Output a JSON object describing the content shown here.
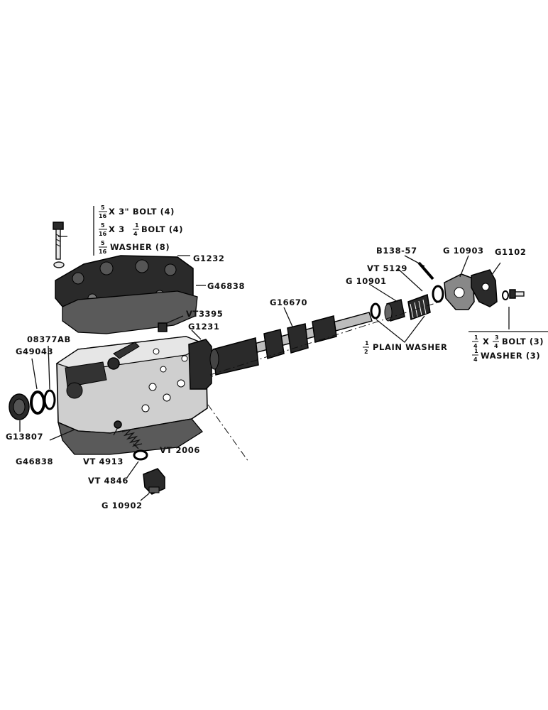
{
  "bolt_note": {
    "line1": {
      "num": "5",
      "den": "16",
      "text": "X 3\" BOLT (4)"
    },
    "line2": {
      "num": "5",
      "den": "16",
      "text_a": "X 3",
      "num2": "1",
      "den2": "4",
      "text_b": "BOLT (4)"
    },
    "line3": {
      "num": "5",
      "den": "16",
      "text": "WASHER (8)"
    }
  },
  "right_note": {
    "line1": {
      "num": "1",
      "den": "4",
      "text_a": "X",
      "num2": "3",
      "den2": "4",
      "text_b": "BOLT (3)"
    },
    "line2": {
      "num": "1",
      "den": "4",
      "text": "WASHER (3)"
    }
  },
  "plain_washer": {
    "num": "1",
    "den": "2",
    "text": "PLAIN  WASHER"
  },
  "labels": {
    "g1232": "G1232",
    "g46838_top": "G46838",
    "vt3395": "VT3395",
    "g1231": "G1231",
    "g16670": "G16670",
    "g10901": "G 10901",
    "vt5129": "VT 5129",
    "b138_57": "B138-57",
    "g10903": "G 10903",
    "g1102": "G1102",
    "o8377ab": "08377AB",
    "g49043": "G49043",
    "g13807": "G13807",
    "g46838_bottom": "G46838",
    "vt4913": "VT 4913",
    "vt2006": "VT 2006",
    "vt4846": "VT 4846",
    "g10902": "G 10902"
  }
}
